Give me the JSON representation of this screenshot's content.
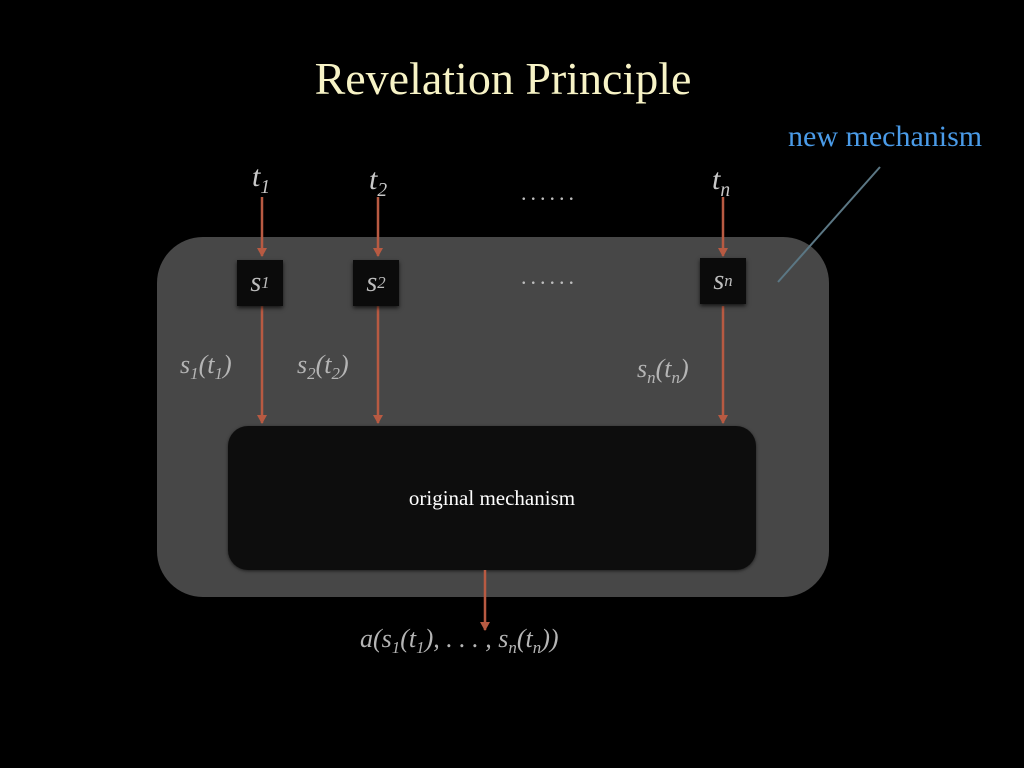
{
  "slide": {
    "title": "Revelation Principle"
  },
  "callout": {
    "label": "new mechanism",
    "color": "#4a9be8"
  },
  "diagram": {
    "inputs": [
      {
        "base": "t",
        "sub": "1"
      },
      {
        "base": "t",
        "sub": "2"
      },
      {
        "base": "t",
        "sub": "n"
      }
    ],
    "strategies": [
      {
        "base": "s",
        "sub": "1"
      },
      {
        "base": "s",
        "sub": "2"
      },
      {
        "base": "s",
        "sub": "n"
      }
    ],
    "strategy_outputs": [
      {
        "base": "s",
        "sub": "1",
        "arg_base": "t",
        "arg_sub": "1"
      },
      {
        "base": "s",
        "sub": "2",
        "arg_base": "t",
        "arg_sub": "2"
      },
      {
        "base": "s",
        "sub": "n",
        "arg_base": "t",
        "arg_sub": "n"
      }
    ],
    "ellipsis_top": "......",
    "ellipsis_mid": "......",
    "inner_label": "original mechanism",
    "final_output": {
      "prefix": "a(",
      "first_base": "s",
      "first_sub": "1",
      "first_arg_base": "t",
      "first_arg_sub": "1",
      "middle": "), . . . , ",
      "last_base": "s",
      "last_sub": "n",
      "last_arg_base": "t",
      "last_arg_sub": "n",
      "suffix": "))"
    },
    "colors": {
      "arrow": "#b85a42",
      "outer_box": "#474747",
      "inner_box": "#0d0d0d",
      "title": "#f7f3c6",
      "callout_line": "#5b7784"
    }
  }
}
